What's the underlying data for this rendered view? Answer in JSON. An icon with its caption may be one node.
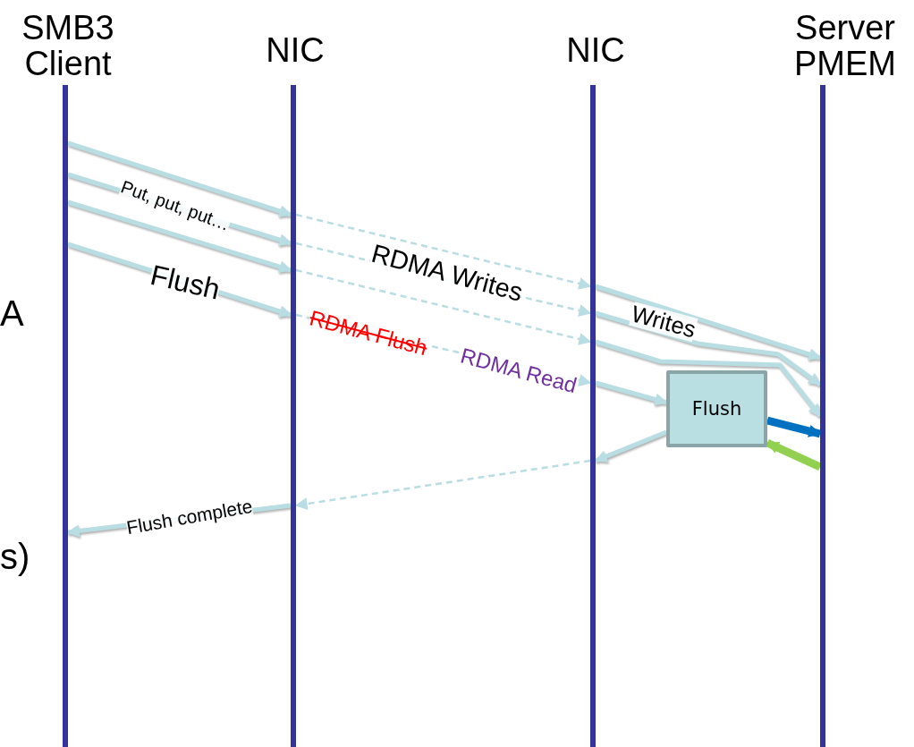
{
  "diagram": {
    "nodes": [
      {
        "text": [],
        "shape": "bar",
        "beside": [
          "SMB3 Client"
        ]
      },
      {
        "text": [],
        "shape": "bar",
        "beside": [
          "NIC"
        ]
      },
      {
        "text": [],
        "shape": "bar",
        "beside": [
          "NIC"
        ]
      },
      {
        "text": [],
        "shape": "bar",
        "beside": [
          "Server PMEM"
        ]
      },
      {
        "text": [
          "Flush"
        ]
      }
    ],
    "edges": [
      {
        "from": 0,
        "to": 1,
        "arrow": "to"
      },
      {
        "from": 0,
        "to": 1,
        "arrow": "to"
      },
      {
        "from": 0,
        "to": 1,
        "arrow": "to"
      },
      {
        "from": 0,
        "to": 1,
        "arrow": "to",
        "label": "Flush"
      },
      {
        "from": 1,
        "to": 2,
        "arrow": "to",
        "style": "dashed"
      },
      {
        "from": 1,
        "to": 2,
        "arrow": "to",
        "style": "dashed"
      },
      {
        "from": 1,
        "to": 2,
        "arrow": "to",
        "style": "dashed"
      },
      {
        "from": 1,
        "to": 2,
        "arrow": "to",
        "style": "dashed"
      },
      {
        "from": 2,
        "to": 3,
        "arrow": "to"
      },
      {
        "from": 2,
        "to": 3,
        "arrow": "to"
      },
      {
        "from": 2,
        "to": 3,
        "arrow": "to"
      },
      {
        "from": 2,
        "to": 4,
        "arrow": "to"
      },
      {
        "from": 4,
        "to": 3,
        "arrow": "to",
        "style": "thick",
        "color": "#0070c0"
      },
      {
        "from": 3,
        "to": 4,
        "arrow": "to",
        "style": "thick",
        "color": "#92d050"
      },
      {
        "from": 4,
        "to": 2,
        "arrow": "to"
      },
      {
        "from": 2,
        "to": 1,
        "arrow": "to",
        "style": "dashed"
      },
      {
        "from": 1,
        "to": 0,
        "arrow": "to",
        "label": "Flush complete"
      }
    ],
    "labels": [
      "Put, put, put…",
      "RDMA Writes",
      "A",
      "Writes",
      "RDMA Flush",
      "RDMA Read",
      "s)"
    ]
  }
}
